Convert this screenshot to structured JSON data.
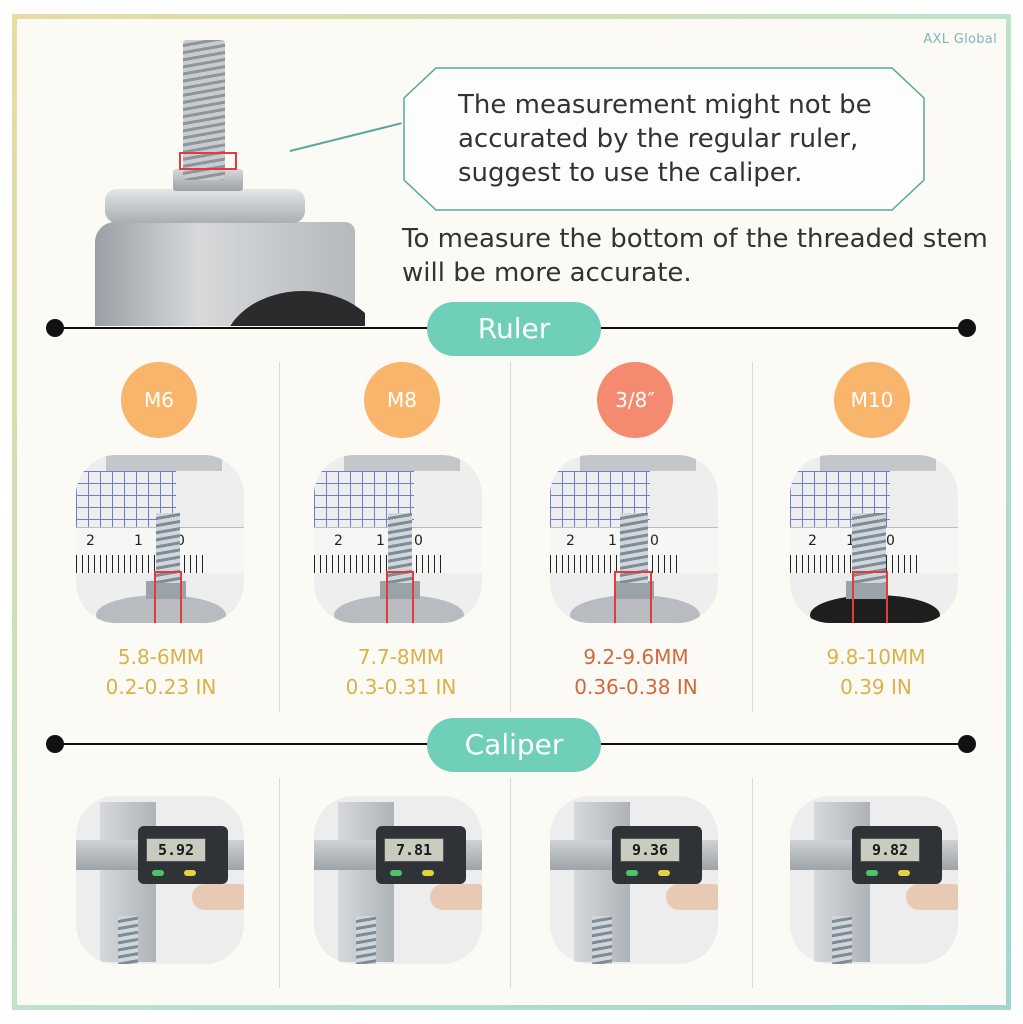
{
  "brand": "AXL Global",
  "callout": {
    "lines": [
      "The measurement might not be",
      "accurated by the regular ruler,",
      "suggest to use the caliper."
    ]
  },
  "note": {
    "lines": [
      "To measure the bottom of the threaded stem",
      "will be more accurate."
    ]
  },
  "sections": {
    "ruler": "Ruler",
    "caliper": "Caliper"
  },
  "sizes": [
    {
      "label": "M6",
      "mm": "5.8-6MM",
      "inch": "0.2-0.23 IN",
      "badge_color": "#f9b56b",
      "text_color": "#d9b24a",
      "caliper_reading": "5.92"
    },
    {
      "label": "M8",
      "mm": "7.7-8MM",
      "inch": "0.3-0.31 IN",
      "badge_color": "#f9b56b",
      "text_color": "#d9b24a",
      "caliper_reading": "7.81"
    },
    {
      "label": "3/8″",
      "mm": "9.2-9.6MM",
      "inch": "0.36-0.38 IN",
      "badge_color": "#f48a6f",
      "text_color": "#d2683f",
      "caliper_reading": "9.36"
    },
    {
      "label": "M10",
      "mm": "9.8-10MM",
      "inch": "0.39 IN",
      "badge_color": "#f9b56b",
      "text_color": "#d9b24a",
      "caliper_reading": "9.82"
    }
  ],
  "ruler_numbers": [
    "2",
    "1",
    "0"
  ],
  "colors": {
    "accent": "#6fcfb8",
    "callout_border": "#5aa7a0",
    "highlight": "#e23b3b"
  }
}
